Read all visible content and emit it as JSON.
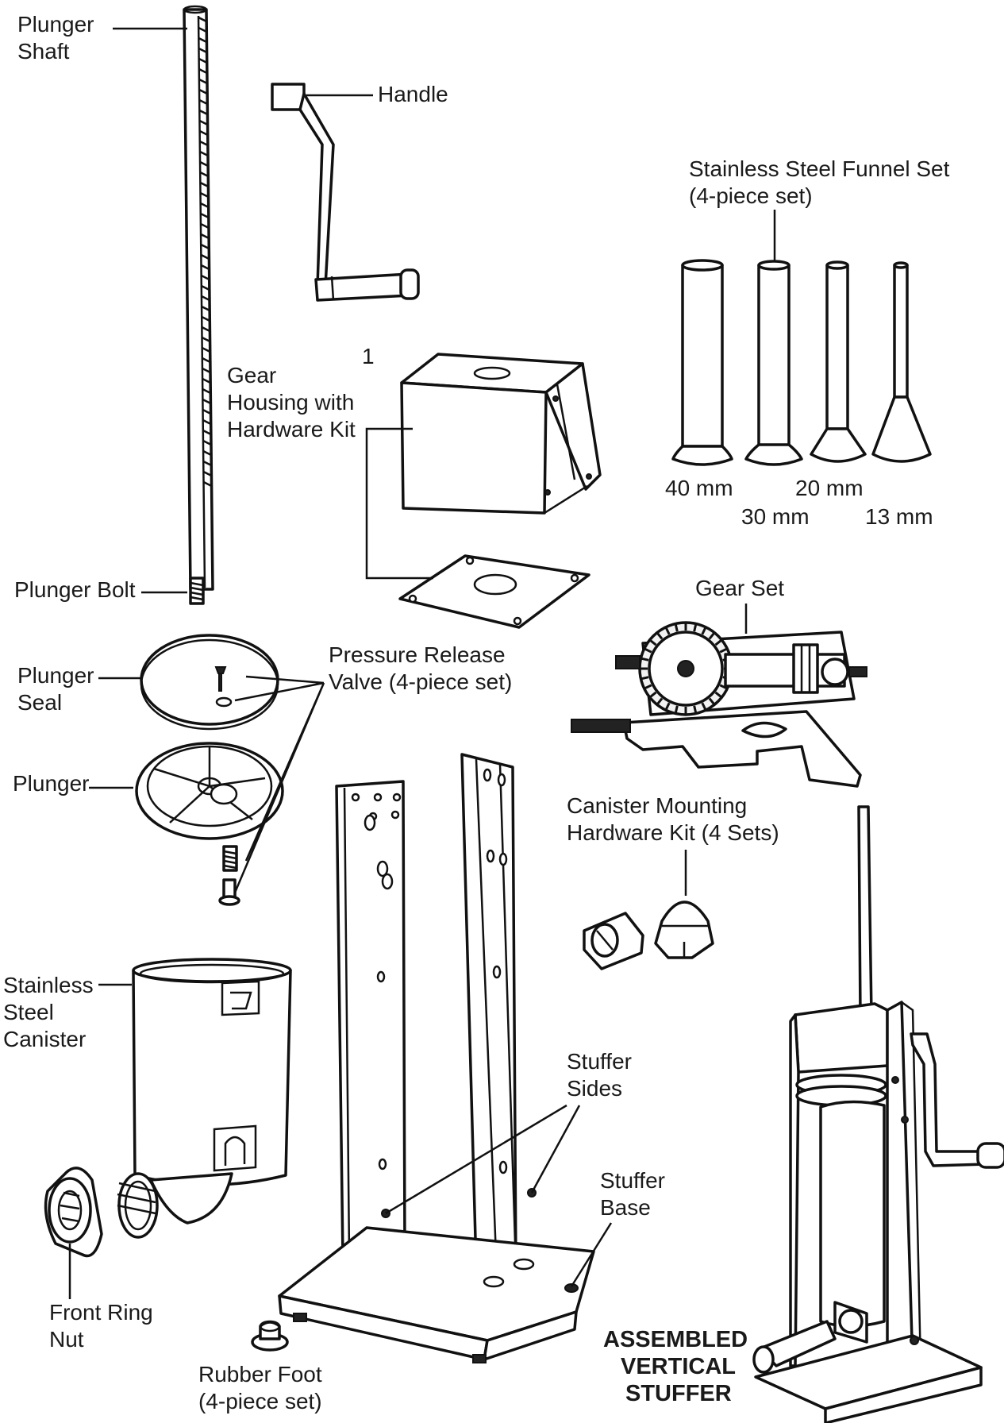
{
  "labels": {
    "plunger_shaft_1": "Plunger",
    "plunger_shaft_2": "Shaft",
    "handle": "Handle",
    "funnel_set_1": "Stainless Steel Funnel Set",
    "funnel_set_2": "(4-piece set)",
    "number_1": "1",
    "gear_housing_1": "Gear",
    "gear_housing_2": "Housing with",
    "gear_housing_3": "Hardware Kit",
    "funnel_40": "40 mm",
    "funnel_20": "20 mm",
    "funnel_30": "30 mm",
    "funnel_13": "13 mm",
    "plunger_bolt": "Plunger Bolt",
    "gear_set": "Gear Set",
    "pressure_valve_1": "Pressure Release",
    "pressure_valve_2": "Valve (4-piece set)",
    "plunger_seal_1": "Plunger",
    "plunger_seal_2": "Seal",
    "plunger": "Plunger",
    "canister_hw_1": "Canister Mounting",
    "canister_hw_2": "Hardware Kit (4 Sets)",
    "canister_1": "Stainless",
    "canister_2": "Steel",
    "canister_3": "Canister",
    "stuffer_sides_1": "Stuffer",
    "stuffer_sides_2": "Sides",
    "stuffer_base_1": "Stuffer",
    "stuffer_base_2": "Base",
    "front_ring_1": "Front Ring",
    "front_ring_2": "Nut",
    "rubber_foot_1": "Rubber Foot",
    "rubber_foot_2": "(4-piece set)",
    "assembled_1": "ASSEMBLED",
    "assembled_2": "VERTICAL",
    "assembled_3": "STUFFER"
  }
}
